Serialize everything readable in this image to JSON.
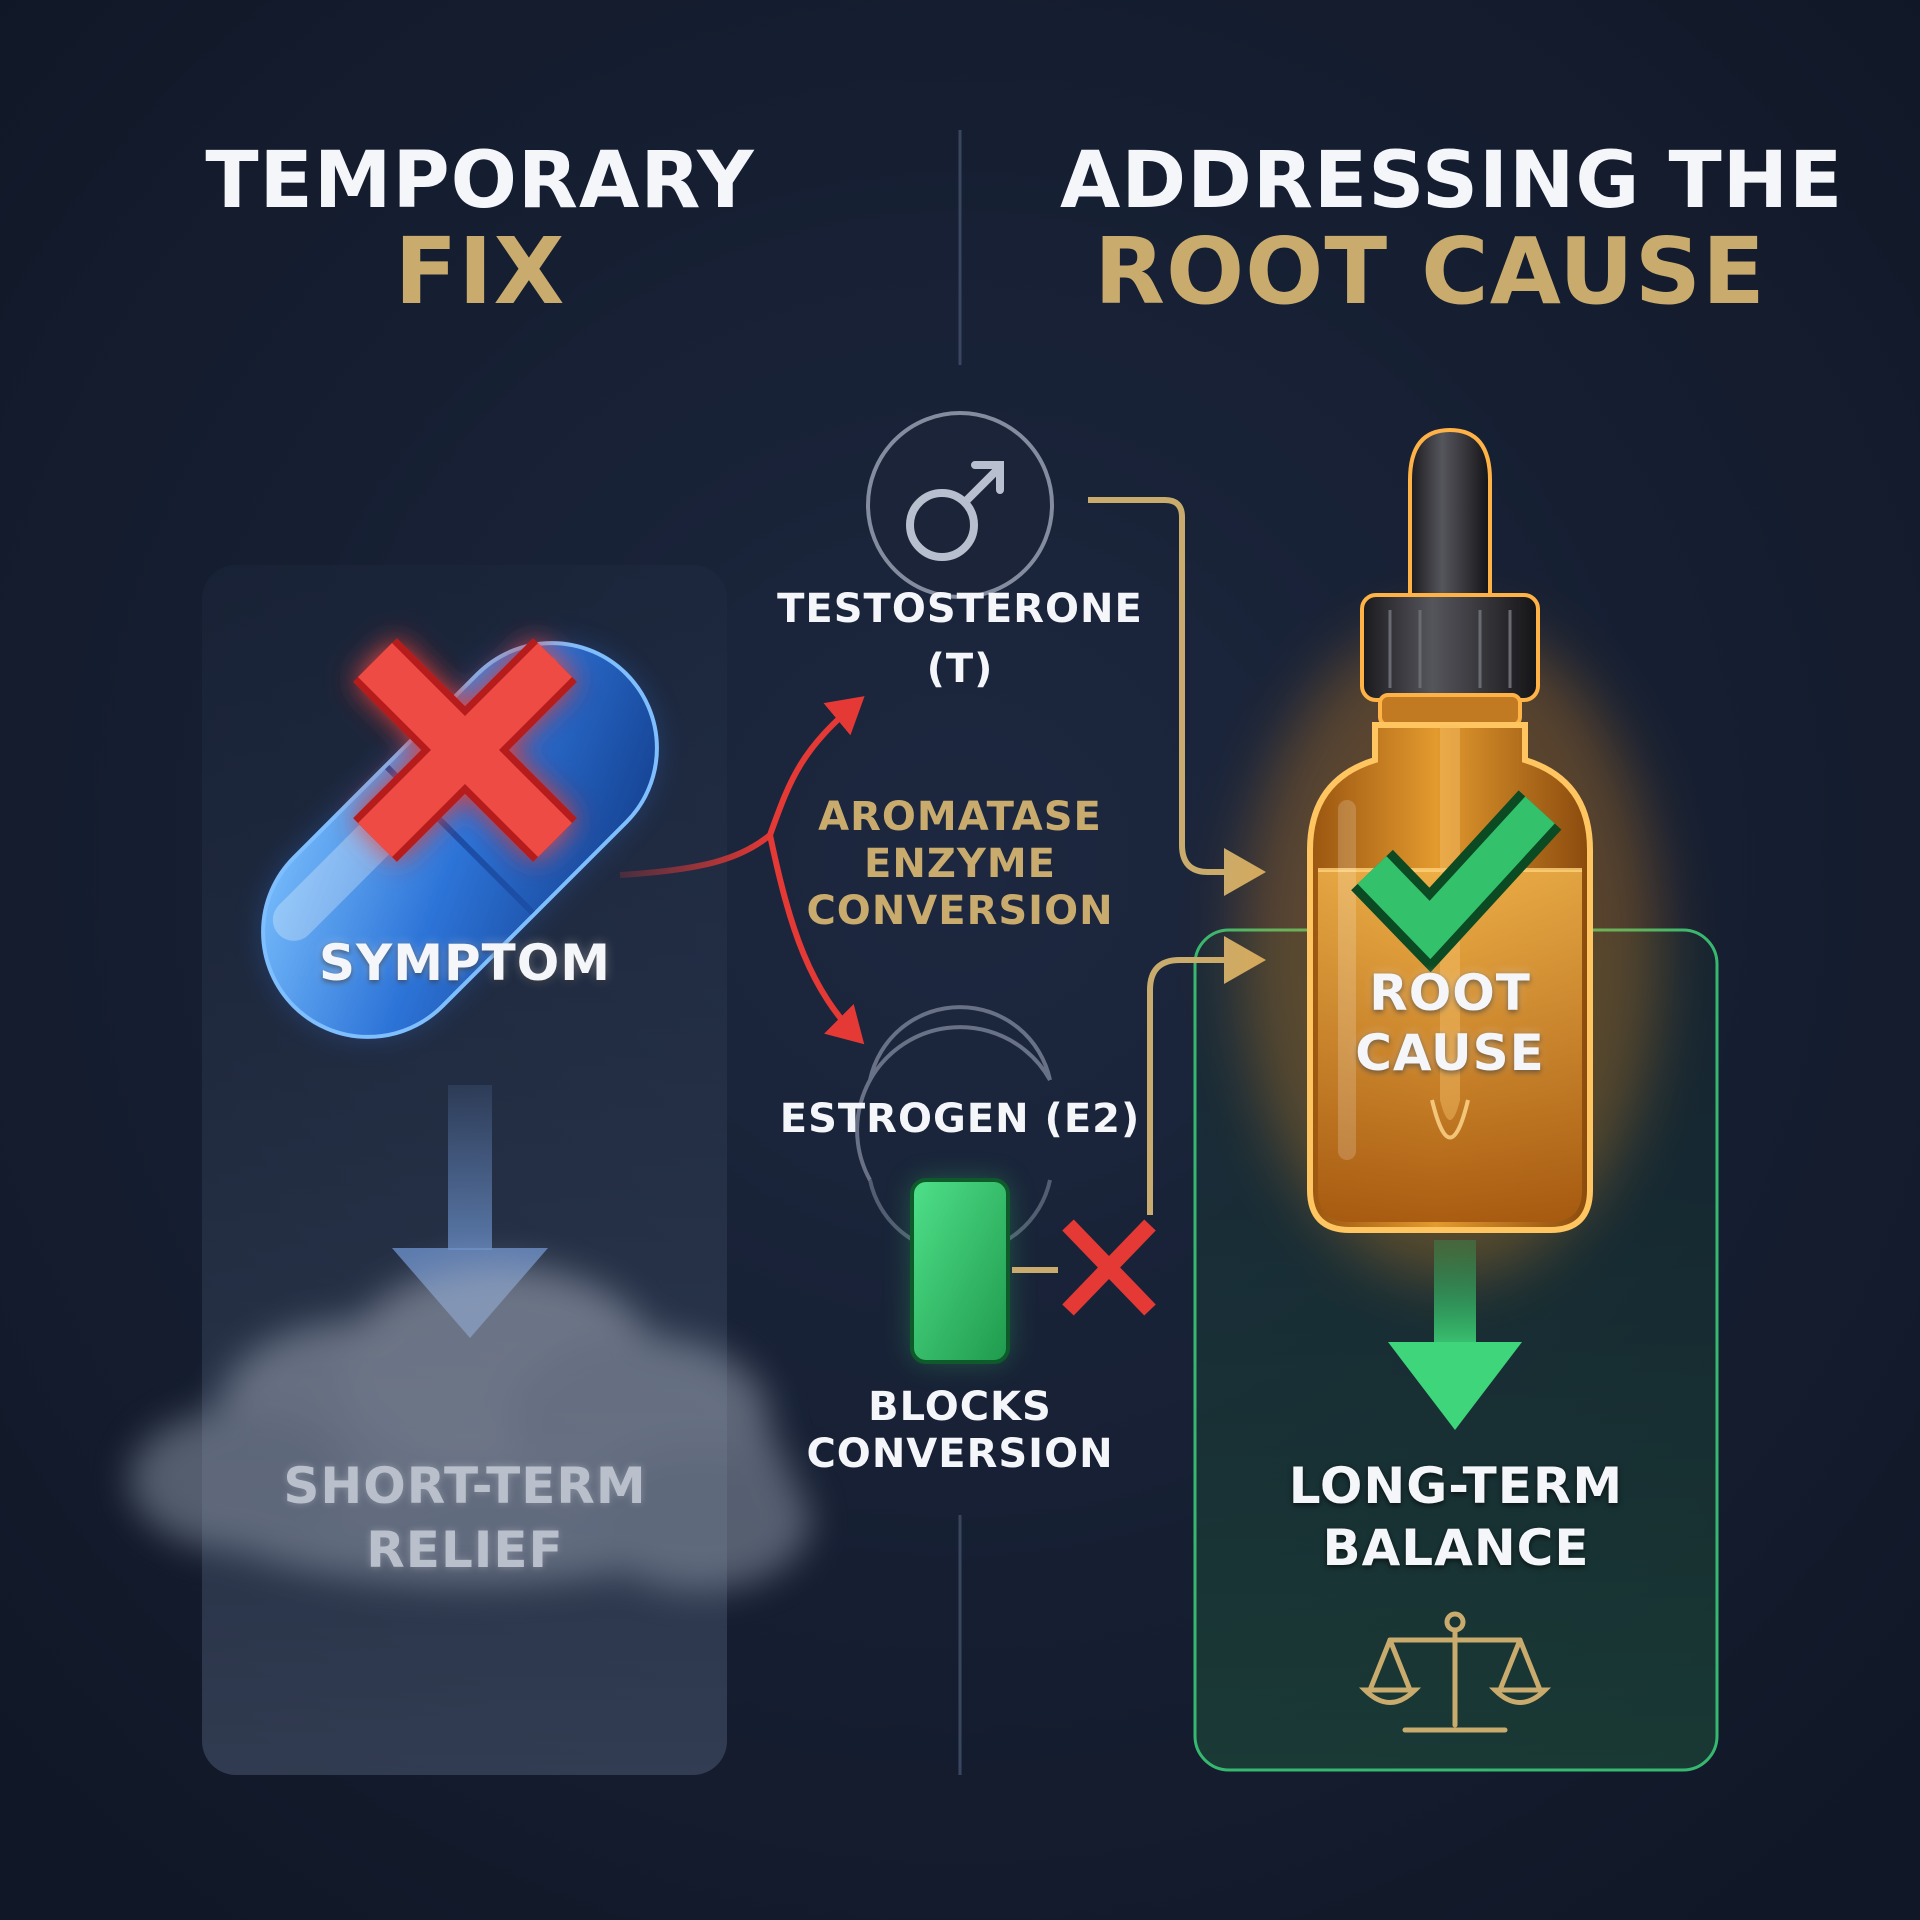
{
  "left_panel": {
    "heading_line1": "TEMPORARY",
    "heading_line2": "FIX",
    "pill_label": "SYMPTOM",
    "outcome_line1": "SHORT-TERM",
    "outcome_line2": "RELIEF"
  },
  "middle": {
    "hormone_top_line1": "TESTOSTERONE",
    "hormone_top_line2": "(T)",
    "process_line1": "AROMATASE",
    "process_line2": "ENZYME",
    "process_line3": "CONVERSION",
    "hormone_bottom": "ESTROGEN (E2)",
    "blocker_line1": "BLOCKS",
    "blocker_line2": "CONVERSION"
  },
  "right_panel": {
    "heading_line1": "ADDRESSING THE",
    "heading_line2": "ROOT CAUSE",
    "bottle_line1": "ROOT",
    "bottle_line2": "CAUSE",
    "outcome_line1": "LONG-TERM",
    "outcome_line2": "BALANCE"
  },
  "icons": [
    "male-symbol-icon",
    "x-mark-icon",
    "check-mark-icon",
    "scale-icon",
    "cloud-icon",
    "dropper-bottle-icon",
    "capsule-pill-icon",
    "blocker-block-icon"
  ],
  "colors": {
    "background": "#151d2e",
    "gold": "#c9ac6d",
    "red": "#e53935",
    "green": "#33c26b",
    "blue": "#2f6fd6",
    "amber": "#e3902a"
  }
}
